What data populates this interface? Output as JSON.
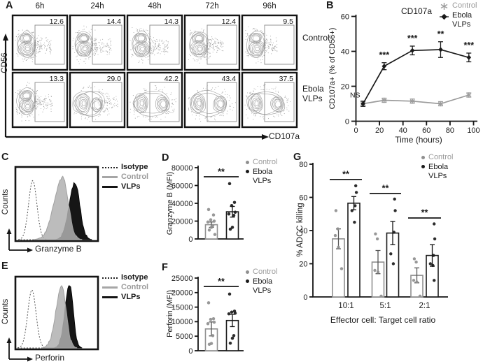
{
  "chart_data": [
    {
      "type": "flow-contour-grid",
      "label": "A",
      "col_headers": [
        "6h",
        "24h",
        "48h",
        "72h",
        "96h"
      ],
      "xlabel": "CD107a",
      "ylabel": "CD56",
      "series": [
        {
          "name": "Control",
          "gate_pct": [
            12.6,
            14.4,
            14.3,
            12.4,
            9.5
          ]
        },
        {
          "name": "Ebola VLPs",
          "gate_pct": [
            13.3,
            29.0,
            42.2,
            43.4,
            37.5
          ]
        }
      ]
    },
    {
      "type": "line",
      "label": "B",
      "title": "CD107a",
      "xlabel": "Time (hours)",
      "ylabel": "CD107a+ (% of CD56+)",
      "xlim": [
        0,
        105
      ],
      "ylim": [
        0,
        60
      ],
      "xticks": [
        0,
        20,
        40,
        60,
        80,
        100
      ],
      "yticks": [
        0,
        20,
        40,
        60
      ],
      "x": [
        6,
        24,
        48,
        72,
        96
      ],
      "series": [
        {
          "name": "Control",
          "color": "#9b9b9b",
          "marker": "star",
          "values": [
            10,
            12,
            11.5,
            10,
            15
          ],
          "errors": [
            1.2,
            1.2,
            1.2,
            1.2,
            1.2
          ]
        },
        {
          "name": "Ebola VLPs",
          "color": "#1a1a1a",
          "marker": "diamond",
          "values": [
            10,
            31.5,
            40.5,
            41,
            36.5
          ],
          "errors": [
            1.5,
            2,
            2.5,
            4.5,
            2.5
          ]
        }
      ],
      "annotations": [
        {
          "x": 6,
          "label": "NS"
        },
        {
          "x": 24,
          "label": "***"
        },
        {
          "x": 48,
          "label": "***"
        },
        {
          "x": 72,
          "label": "**"
        },
        {
          "x": 96,
          "label": "***"
        }
      ]
    },
    {
      "type": "histogram",
      "label": "C",
      "xlabel": "Granzyme B",
      "ylabel": "Counts",
      "legend": [
        {
          "name": "Isotype",
          "style": "dotted-black"
        },
        {
          "name": "Control",
          "style": "solid-gray"
        },
        {
          "name": "VLPs",
          "style": "solid-black"
        }
      ],
      "curves": [
        {
          "name": "Isotype",
          "peak": 0.21,
          "h": 0.8,
          "wL": 0.05,
          "wR": 0.05
        },
        {
          "name": "Control",
          "peak": 0.57,
          "h": 0.84,
          "wL": 0.1,
          "wR": 0.07
        },
        {
          "name": "VLPs",
          "peak": 0.72,
          "h": 0.77,
          "wL": 0.07,
          "wR": 0.06
        }
      ]
    },
    {
      "type": "bar",
      "label": "D",
      "ylabel": "Granzyme B (MFI)",
      "ylim": [
        0,
        80000
      ],
      "yticks": [
        0,
        20000,
        40000,
        60000,
        80000
      ],
      "sig": "**",
      "groups": [
        {
          "name": "Control",
          "color": "#8f8f8f",
          "mean": 16000,
          "sem": 3000,
          "points": [
            33000,
            27000,
            21500,
            20000,
            19000,
            15000,
            13000,
            10000,
            5000
          ]
        },
        {
          "name": "Ebola VLPs",
          "color": "#1a1a1a",
          "mean": 30500,
          "sem": 6000,
          "points": [
            62000,
            41000,
            37500,
            30000,
            28000,
            26500,
            13000,
            11000
          ]
        }
      ]
    },
    {
      "type": "histogram",
      "label": "E",
      "xlabel": "Perforin",
      "ylabel": "Counts",
      "legend": [
        {
          "name": "Isotype",
          "style": "dotted-black"
        },
        {
          "name": "Control",
          "style": "solid-gray"
        },
        {
          "name": "VLPs",
          "style": "solid-black"
        }
      ],
      "curves": [
        {
          "name": "Isotype",
          "peak": 0.2,
          "h": 0.8,
          "wL": 0.05,
          "wR": 0.05
        },
        {
          "name": "Control",
          "peak": 0.56,
          "h": 0.84,
          "wL": 0.07,
          "wR": 0.055
        },
        {
          "name": "VLPs",
          "peak": 0.655,
          "h": 0.87,
          "wL": 0.055,
          "wR": 0.045
        }
      ]
    },
    {
      "type": "bar",
      "label": "F",
      "ylabel": "Perforin (MFI)",
      "ylim": [
        0,
        25000
      ],
      "yticks": [
        0,
        5000,
        10000,
        15000,
        20000,
        25000
      ],
      "sig": "**",
      "groups": [
        {
          "name": "Control",
          "color": "#8f8f8f",
          "mean": 7500,
          "sem": 2400,
          "points": [
            16500,
            11000,
            10800,
            9800,
            9300,
            5200,
            2500,
            2200
          ]
        },
        {
          "name": "Ebola VLPs",
          "color": "#1a1a1a",
          "mean": 10400,
          "sem": 2100,
          "points": [
            19500,
            13600,
            13300,
            12900,
            12700,
            5200,
            4300,
            2600
          ]
        }
      ]
    },
    {
      "type": "grouped-bar",
      "label": "G",
      "ylabel": "% ADCC killing",
      "xlabel": "Effector cell: Target cell ratio",
      "ylim": [
        0,
        80
      ],
      "yticks": [
        0,
        20,
        40,
        60,
        80
      ],
      "categories": [
        "10:1",
        "5:1",
        "2:1"
      ],
      "sig": [
        "**",
        "**",
        "**"
      ],
      "series": [
        {
          "name": "Control",
          "color": "#8f8f8f",
          "means": [
            35,
            21,
            13
          ],
          "sems": [
            6,
            7,
            4.5
          ],
          "points": [
            [
              52,
              41,
              37,
              30,
              17
            ],
            [
              38,
              35,
              16,
              15,
              0.5
            ],
            [
              23,
              21,
              10,
              9,
              0.5
            ]
          ]
        },
        {
          "name": "Ebola VLPs",
          "color": "#1a1a1a",
          "means": [
            56.5,
            38.5,
            25
          ],
          "sems": [
            4,
            7,
            6.5
          ],
          "points": [
            [
              67,
              63,
              55,
              52,
              45
            ],
            [
              59,
              52,
              39,
              26,
              20
            ],
            [
              44,
              35,
              25,
              20,
              19,
              10
            ]
          ]
        }
      ]
    }
  ]
}
